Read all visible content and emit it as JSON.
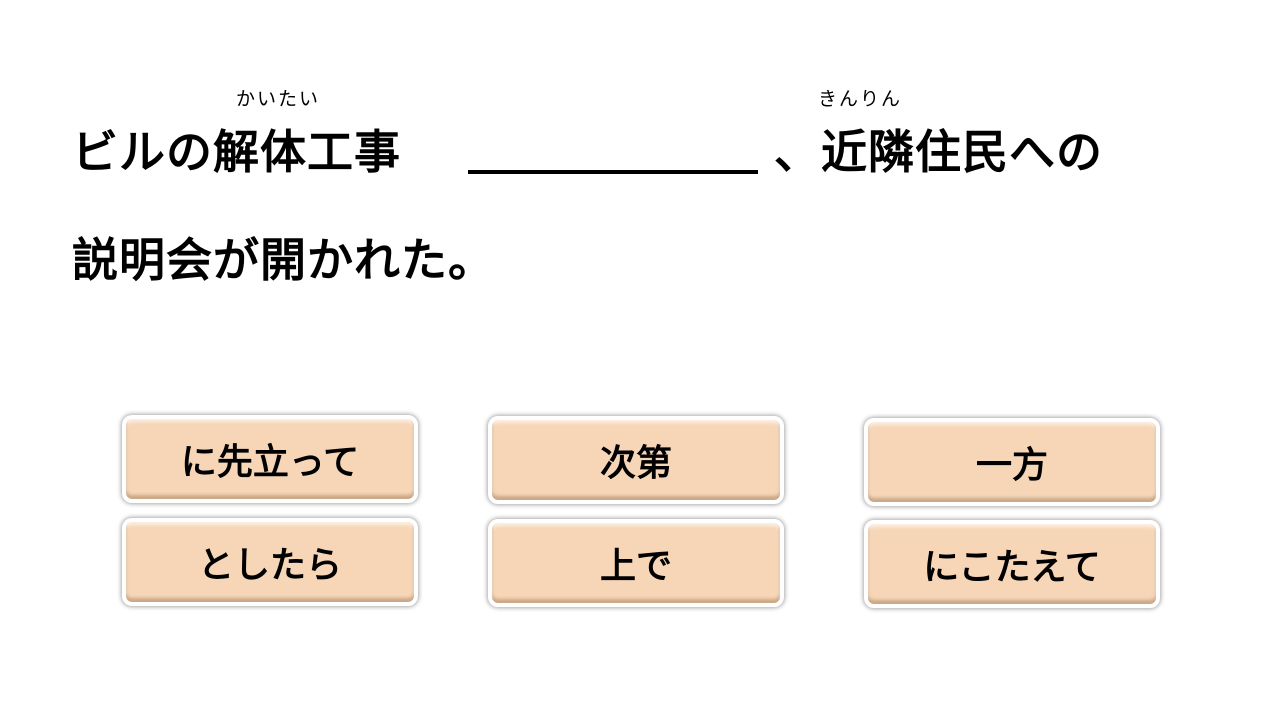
{
  "question": {
    "part1": "ビルの解体工事",
    "ruby1": "かいたい",
    "part2": "、近隣住民への",
    "ruby2": "きんりん",
    "line2": "説明会が開かれた。"
  },
  "options": [
    "に先立って",
    "次第",
    "一方",
    "としたら",
    "上で",
    "にこたえて"
  ],
  "colors": {
    "button_fill": "#f7d6b8"
  }
}
